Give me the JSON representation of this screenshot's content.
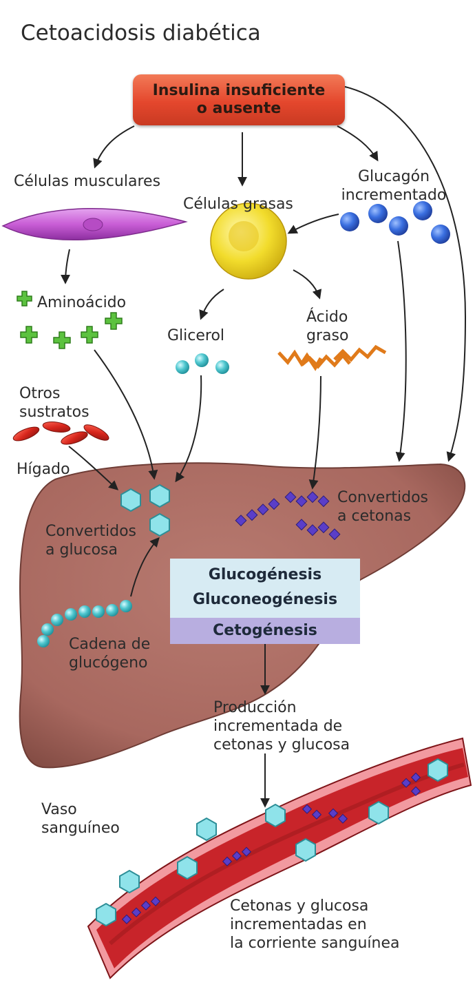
{
  "title": "Cetoacidosis diabética",
  "insulin": {
    "line1": "Insulina insuficiente",
    "line2": "o ausente"
  },
  "labels": {
    "muscle": "Células musculares",
    "fat": "Células grasas",
    "glucagon_line1": "Glucagón",
    "glucagon_line2": "incrementado",
    "amino": "Aminoácido",
    "glycerol": "Glicerol",
    "fatty_acid_line1": "Ácido",
    "fatty_acid_line2": "graso",
    "other_line1": "Otros",
    "other_line2": "sustratos",
    "liver": "Hígado",
    "to_glucose_line1": "Convertidos",
    "to_glucose_line2": "a glucosa",
    "to_ketones_line1": "Convertidos",
    "to_ketones_line2": "a cetonas",
    "glycogen_line1": "Cadena de",
    "glycogen_line2": "glucógeno",
    "production_line1": "Producción",
    "production_line2": "incrementada de",
    "production_line3": "cetonas y glucosa",
    "vessel_line1": "Vaso",
    "vessel_line2": "sanguíneo",
    "bloodstream_line1": "Cetonas y glucosa",
    "bloodstream_line2": "incrementadas en",
    "bloodstream_line3": "la corriente sanguínea"
  },
  "process": {
    "glucogenesis": "Glucogénesis",
    "gluconeogenesis": "Gluconeogénesis",
    "ketogenesis": "Cetogénesis"
  },
  "colors": {
    "insulin_box": "#e4472d",
    "muscle_cell": "#c95ed6",
    "fat_cell": "#f2dc2c",
    "glucagon": "#2f5fd8",
    "amino_acid": "#5cc23f",
    "glycerol": "#4fc7cf",
    "fatty_acid": "#e07a1a",
    "other_substrates": "#d7261c",
    "liver": "#a8685f",
    "glucose": "#8fe3ea",
    "ketones": "#5a3ec8",
    "blood_vessel": "#c8242a",
    "process_top": "#d7ebf3",
    "process_bottom": "#b8aee0"
  }
}
